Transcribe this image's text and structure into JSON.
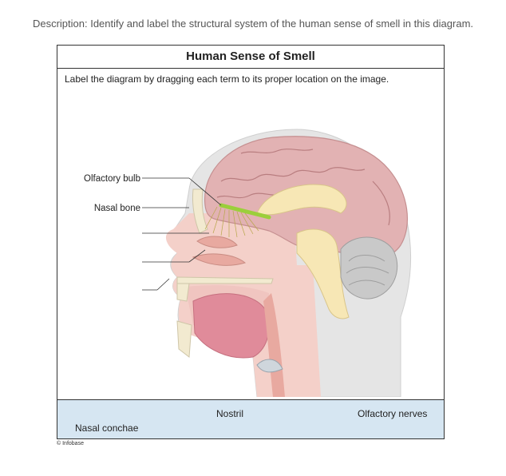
{
  "description": "Description: Identify and label the structural system of the human sense of smell in this diagram.",
  "panel": {
    "title": "Human Sense of Smell",
    "instruction": "Label the diagram by dragging each term to its proper location on the image."
  },
  "diagram": {
    "labels": [
      "Olfactory bulb",
      "Nasal bone"
    ],
    "colors": {
      "brain": "#e2b2b3",
      "skin": "#f4d0c9",
      "head_outline": "#e5e5e5",
      "spinal": "#f7e7b5",
      "cerebellum": "#c9c9c9",
      "tongue": "#e08b9a",
      "nerve": "#9bcf3b"
    }
  },
  "term_bank": {
    "terms": [
      "Nostril",
      "Olfactory nerves",
      "Nasal conchae"
    ]
  },
  "credit": "© Infobase"
}
